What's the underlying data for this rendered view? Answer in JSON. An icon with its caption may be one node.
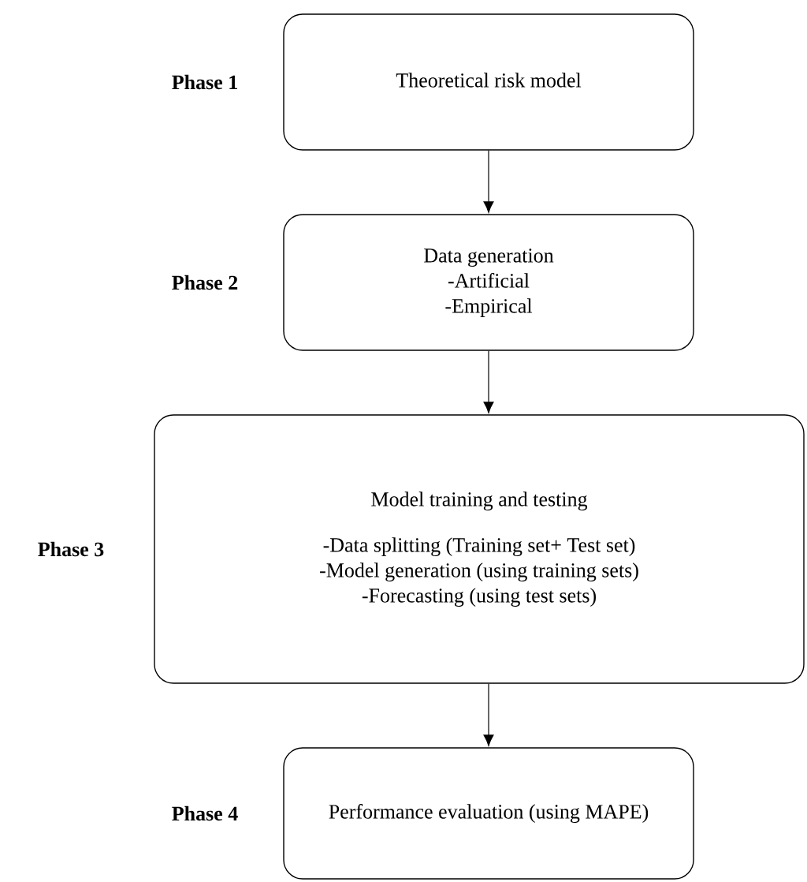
{
  "diagram": {
    "nodes": [
      {
        "text": [
          "Theoretical risk model"
        ],
        "beside": [
          "Phase 1"
        ]
      },
      {
        "text": [
          "Data generation",
          "-Artificial",
          "-Empirical"
        ],
        "beside": [
          "Phase 2"
        ]
      },
      {
        "text": [
          "Model training and testing",
          "-Data splitting (Training set+ Test set)",
          "-Model generation (using training sets)",
          "-Forecasting (using test sets)"
        ],
        "beside": [
          "Phase 3"
        ]
      },
      {
        "text": [
          "Performance evaluation (using MAPE)"
        ],
        "beside": [
          "Phase 4"
        ]
      }
    ],
    "edges": [
      {
        "from": 0,
        "to": 1,
        "arrow": "to"
      },
      {
        "from": 1,
        "to": 2,
        "arrow": "to"
      },
      {
        "from": 2,
        "to": 3,
        "arrow": "to"
      }
    ]
  }
}
